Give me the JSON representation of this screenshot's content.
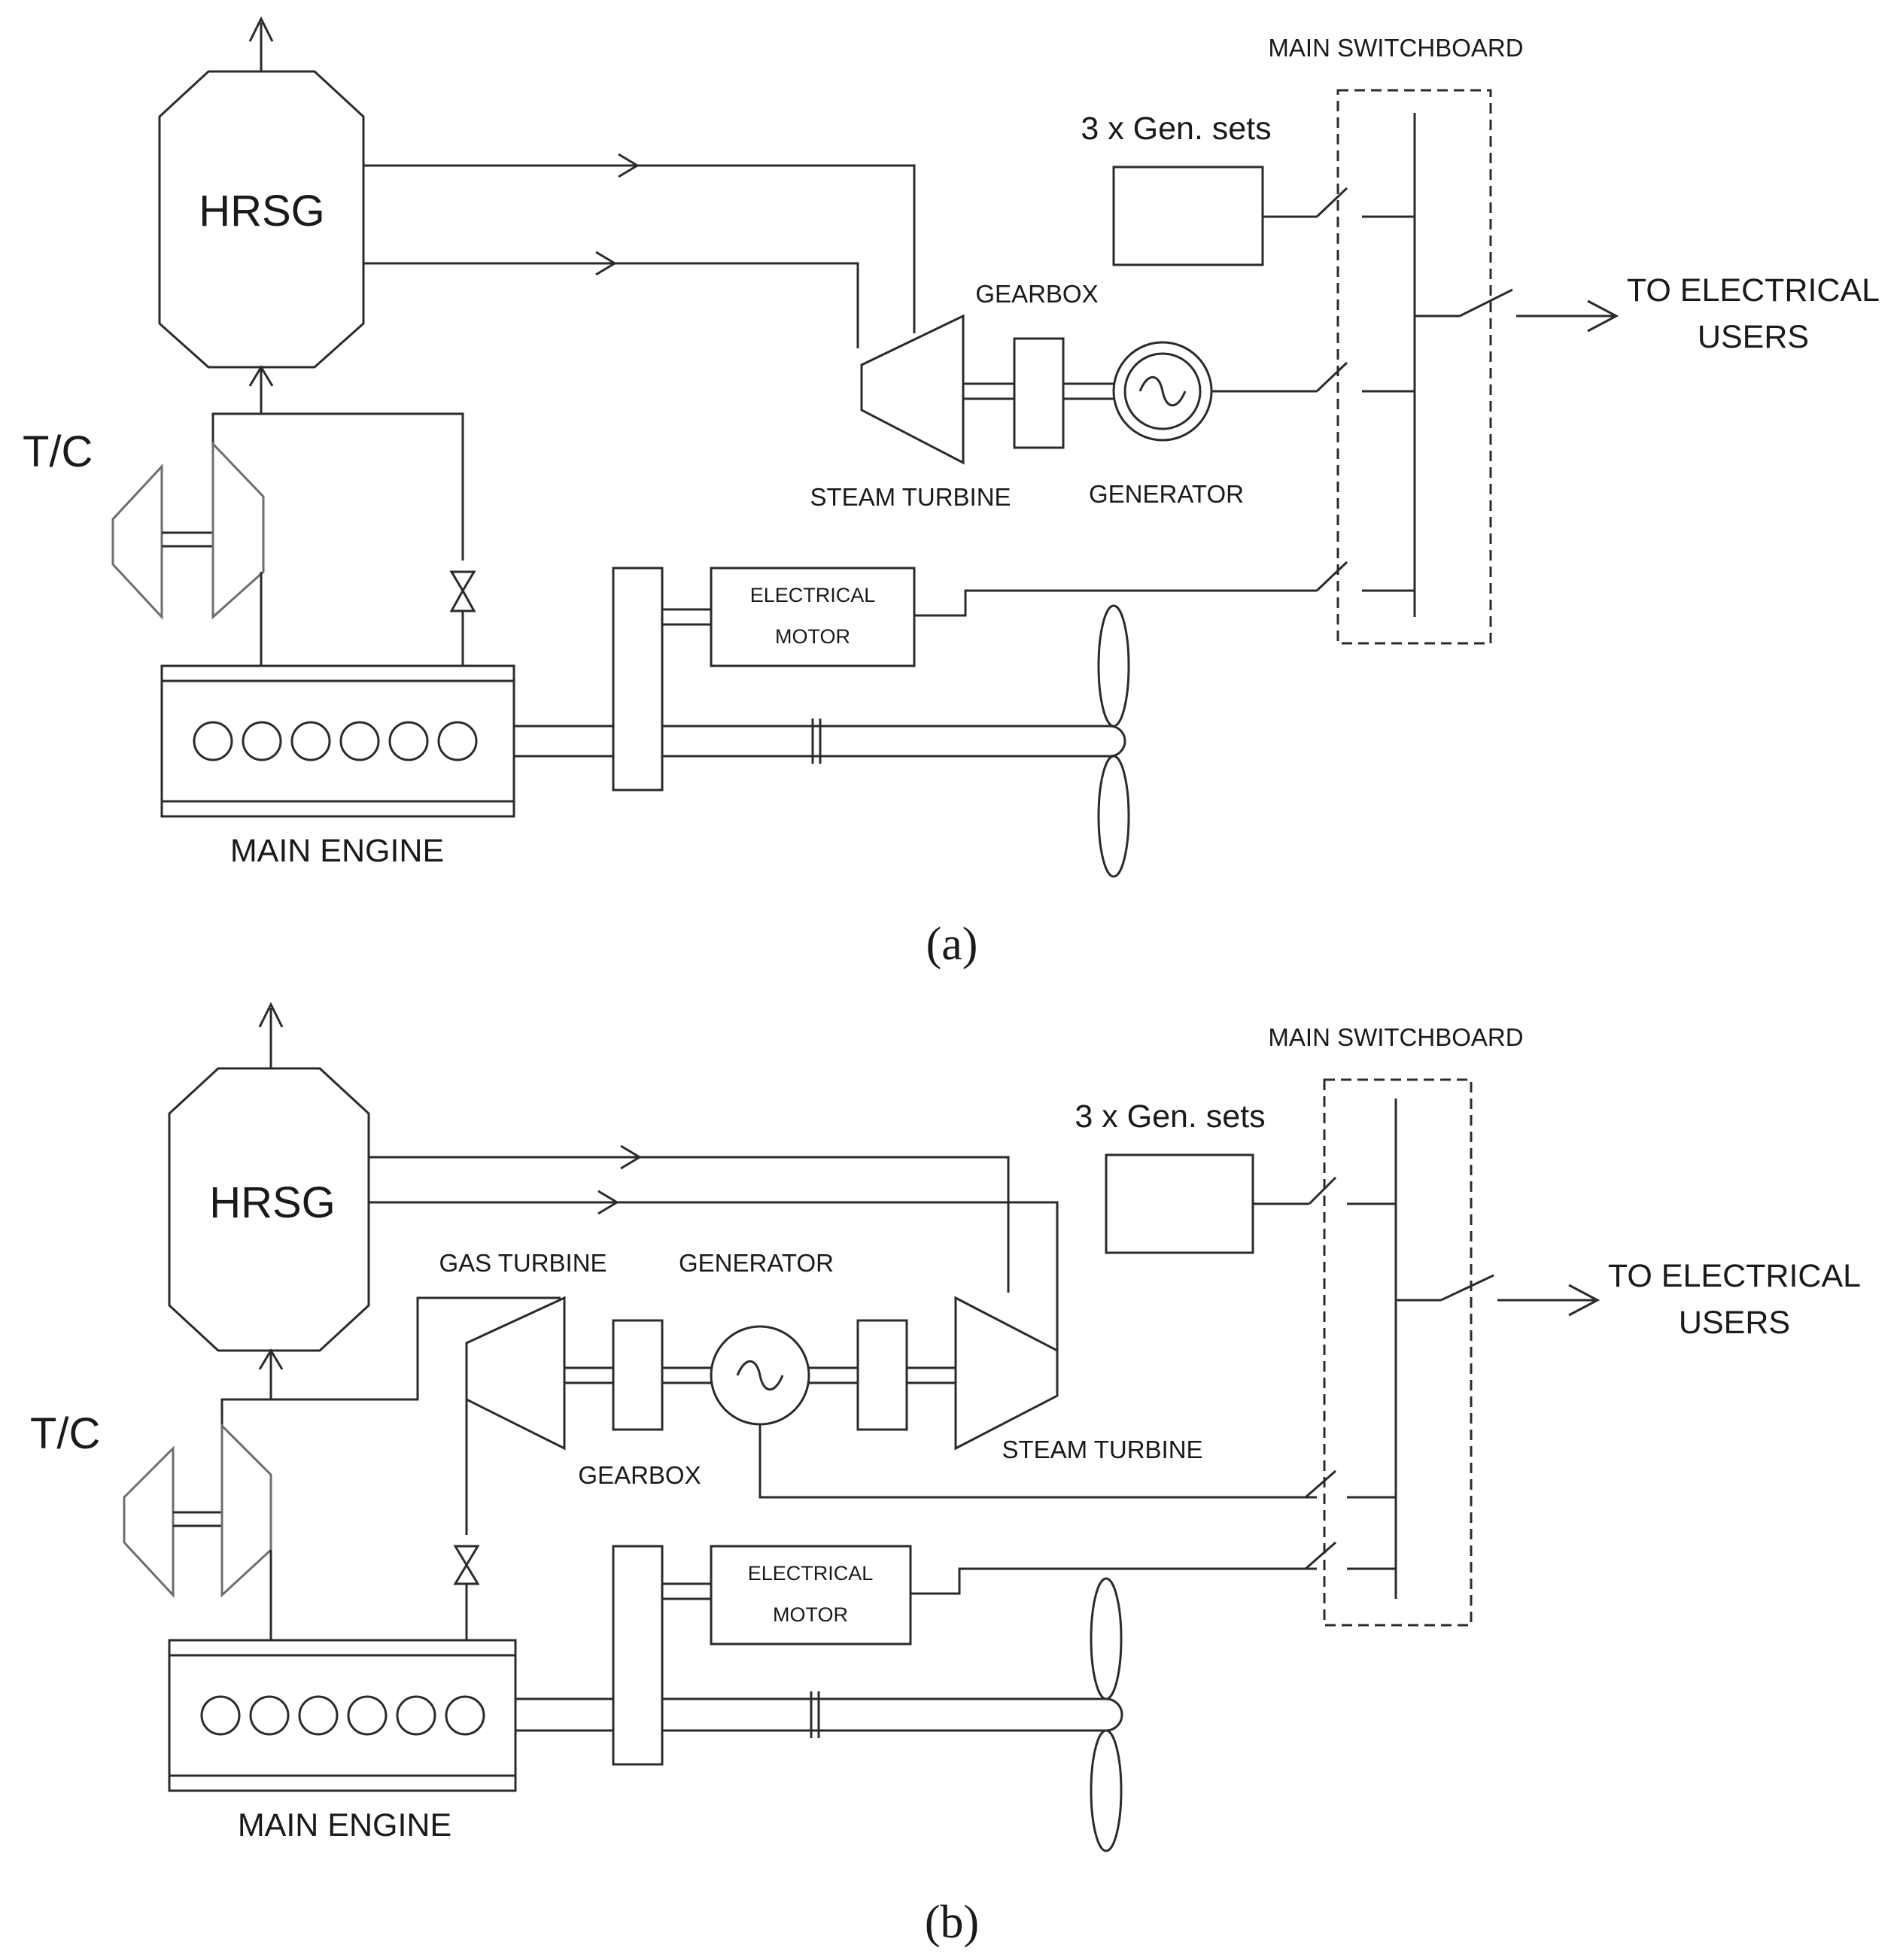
{
  "panel_a": {
    "hrsg": "HRSG",
    "tc": "T/C",
    "main_switchboard": "MAIN SWITCHBOARD",
    "gen_sets": "3 x Gen. sets",
    "gearbox": "GEARBOX",
    "steam_turbine": "STEAM TURBINE",
    "generator": "GENERATOR",
    "to_users_1": "TO ELECTRICAL",
    "to_users_2": "USERS",
    "motor_1": "ELECTRICAL",
    "motor_2": "MOTOR",
    "main_engine": "MAIN ENGINE",
    "caption": "(a)"
  },
  "panel_b": {
    "hrsg": "HRSG",
    "tc": "T/C",
    "main_switchboard": "MAIN SWITCHBOARD",
    "gen_sets": "3 x Gen. sets",
    "gas_turbine": "GAS TURBINE",
    "generator": "GENERATOR",
    "gearbox": "GEARBOX",
    "steam_turbine": "STEAM TURBINE",
    "to_users_1": "TO ELECTRICAL",
    "to_users_2": "USERS",
    "motor_1": "ELECTRICAL",
    "motor_2": "MOTOR",
    "main_engine": "MAIN ENGINE",
    "caption": "(b)"
  }
}
